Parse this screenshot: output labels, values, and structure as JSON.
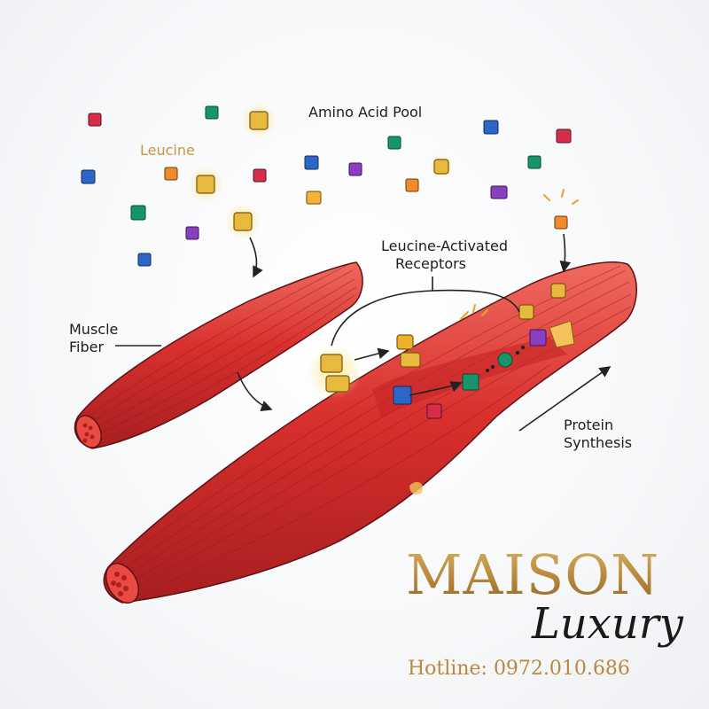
{
  "labels": {
    "amino_acid_pool": "Amino Acid Pool",
    "leucine": "Leucine",
    "receptors_line1": "Leucine-Activated",
    "receptors_line2": "Receptors",
    "muscle_line1": "Muscle",
    "muscle_line2": "Fiber",
    "protein_line1": "Protein",
    "protein_line2": "Synthesis"
  },
  "brand": {
    "name": "MAISON",
    "script": "Luxury",
    "hotline": "Hotline: 0972.010.686"
  },
  "colors": {
    "muscle": "#d8302e",
    "muscle_dark": "#a81e1f",
    "muscle_light": "#f06a5f",
    "gold": "#e7b93c",
    "brand_gold": "#b8893a"
  }
}
